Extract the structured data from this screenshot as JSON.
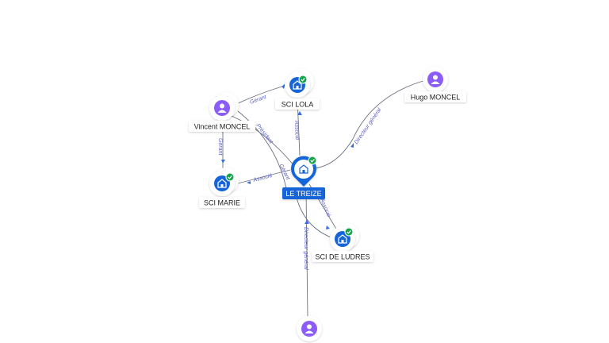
{
  "colors": {
    "person": "#8b5cf6",
    "company": "#1565d8",
    "check": "#16a34a",
    "edge": "#6b7280",
    "edge_label": "#5b5fc7",
    "main_label_bg": "#1565d8"
  },
  "nodes": {
    "le_treize": {
      "label": "LE TREIZE",
      "icon": "building-icon"
    },
    "sci_lola": {
      "label": "SCI LOLA",
      "icon": "building-icon"
    },
    "sci_marie": {
      "label": "SCI MARIE",
      "icon": "building-icon"
    },
    "sci_ludres": {
      "label": "SCI DE LUDRES",
      "icon": "building-icon"
    },
    "vincent": {
      "label": "Vincent MONCEL",
      "icon": "person-icon"
    },
    "hugo": {
      "label": "Hugo MONCEL",
      "icon": "person-icon"
    },
    "bottom_person": {
      "label": "",
      "icon": "person-icon"
    }
  },
  "edges": {
    "vincent_lola": "Gérant",
    "vincent_marie": "Gérant",
    "vincent_treize_president": "Président",
    "vincent_treize_gerant": "Gérant",
    "treize_lola": "Associé",
    "treize_marie": "Associé",
    "treize_ludres": "Associé",
    "hugo_treize": "Directeur général",
    "bottom_treize": "Directeur général"
  }
}
